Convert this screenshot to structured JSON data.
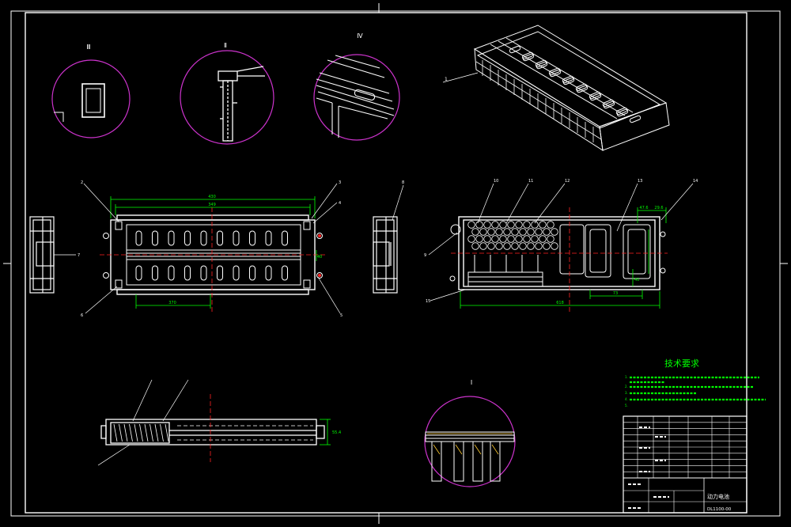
{
  "colors": {
    "background": "#000000",
    "outline": "#ffffff",
    "dimension": "#00ff00",
    "detail_circle": "#cc33cc",
    "centerline": "#ff2222",
    "hatch": "#ffffff",
    "accent": "#ffcc33"
  },
  "detail_labels": {
    "a": "Ⅲ",
    "b": "Ⅱ",
    "c": "Ⅳ",
    "d": "Ⅰ"
  },
  "dimensions": {
    "overall_width": "430",
    "inner_width": "349",
    "slot_span": "370",
    "height_small": "40",
    "side_total": "618",
    "side_a": "47.6",
    "side_b": "29.6",
    "side_c": "40",
    "side_d": "73",
    "section_height": "55.4"
  },
  "callouts": [
    "1",
    "2",
    "3",
    "4",
    "5",
    "6",
    "7",
    "8",
    "9",
    "10",
    "11",
    "12",
    "13",
    "14",
    "15"
  ],
  "tech_requirements": {
    "title": "技术要求",
    "items": [
      "1.",
      "2.",
      "3.",
      "4.",
      "5."
    ]
  },
  "title_block": {
    "drawing_name": "动力电池",
    "drawing_number": "DL1100-00"
  }
}
